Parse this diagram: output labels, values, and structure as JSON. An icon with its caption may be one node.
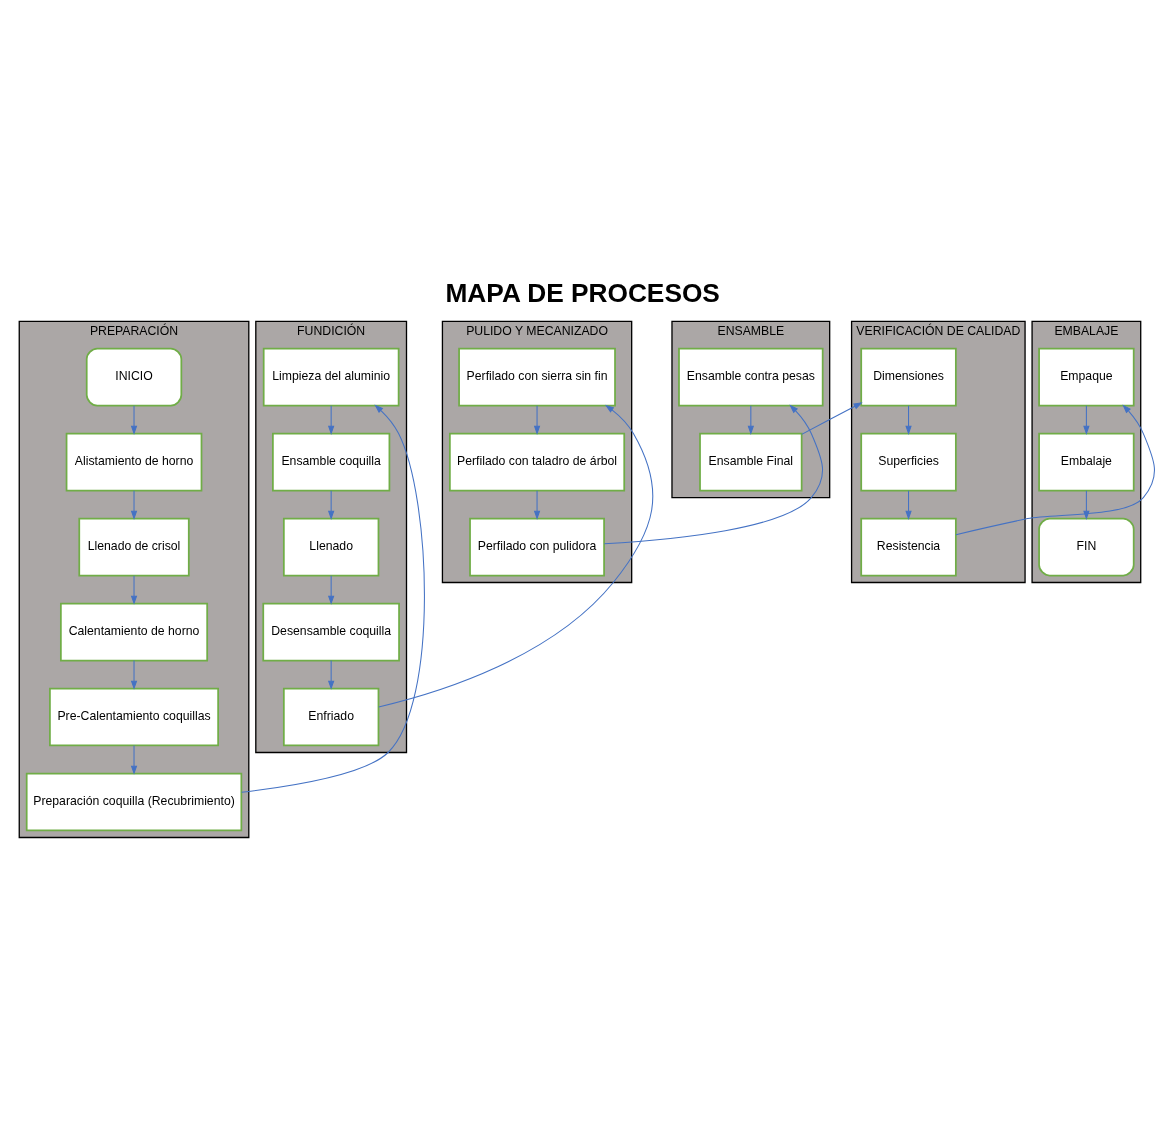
{
  "diagram": {
    "title": "MAPA DE PROCESOS",
    "nodes": [
      {
        "text": [
          "PREPARACIÓN"
        ]
      },
      {
        "text": [
          "INICIO"
        ],
        "in": 0
      },
      {
        "text": [
          "Alistamiento de horno"
        ],
        "in": 0
      },
      {
        "text": [
          "Llenado de crisol"
        ],
        "in": 0
      },
      {
        "text": [
          "Calentamiento de horno"
        ],
        "in": 0
      },
      {
        "text": [
          "Pre-Calentamiento coquillas"
        ],
        "in": 0
      },
      {
        "text": [
          "Preparación coquilla (Recubrimiento)"
        ],
        "in": 0
      },
      {
        "text": [
          "FUNDICIÓN"
        ]
      },
      {
        "text": [
          "Limpieza del aluminio"
        ],
        "in": 7
      },
      {
        "text": [
          "Ensamble coquilla"
        ],
        "in": 7
      },
      {
        "text": [
          "Llenado"
        ],
        "in": 7
      },
      {
        "text": [
          "Desensamble coquilla"
        ],
        "in": 7
      },
      {
        "text": [
          "Enfriado"
        ],
        "in": 7
      },
      {
        "text": [
          "PULIDO Y MECANIZADO"
        ]
      },
      {
        "text": [
          "Perfilado con sierra sin fin"
        ],
        "in": 13
      },
      {
        "text": [
          "Perfilado con taladro de árbol"
        ],
        "in": 13
      },
      {
        "text": [
          "Perfilado con pulidora"
        ],
        "in": 13
      },
      {
        "text": [
          "ENSAMBLE"
        ]
      },
      {
        "text": [
          "Ensamble contra pesas"
        ],
        "in": 17
      },
      {
        "text": [
          "Ensamble Final"
        ],
        "in": 17
      },
      {
        "text": [
          "VERIFICACIÓN DE CALIDAD"
        ]
      },
      {
        "text": [
          "Dimensiones"
        ],
        "in": 20
      },
      {
        "text": [
          "Superficies"
        ],
        "in": 20
      },
      {
        "text": [
          "Resistencia"
        ],
        "in": 20
      },
      {
        "text": [
          "EMBALAJE"
        ]
      },
      {
        "text": [
          "Empaque"
        ],
        "in": 24
      },
      {
        "text": [
          "Embalaje"
        ],
        "in": 24
      },
      {
        "text": [
          "FIN"
        ],
        "in": 24
      }
    ],
    "edges": [
      {
        "from": 1,
        "to": 2,
        "arrow": "to"
      },
      {
        "from": 2,
        "to": 3,
        "arrow": "to"
      },
      {
        "from": 3,
        "to": 4,
        "arrow": "to"
      },
      {
        "from": 4,
        "to": 5,
        "arrow": "to"
      },
      {
        "from": 5,
        "to": 6,
        "arrow": "to"
      },
      {
        "from": 6,
        "to": 8,
        "arrow": "to"
      },
      {
        "from": 8,
        "to": 9,
        "arrow": "to"
      },
      {
        "from": 9,
        "to": 10,
        "arrow": "to"
      },
      {
        "from": 10,
        "to": 11,
        "arrow": "to"
      },
      {
        "from": 11,
        "to": 12,
        "arrow": "to"
      },
      {
        "from": 12,
        "to": 14,
        "arrow": "to"
      },
      {
        "from": 14,
        "to": 15,
        "arrow": "to"
      },
      {
        "from": 15,
        "to": 16,
        "arrow": "to"
      },
      {
        "from": 16,
        "to": 18,
        "arrow": "to"
      },
      {
        "from": 18,
        "to": 19,
        "arrow": "to"
      },
      {
        "from": 19,
        "to": 21,
        "arrow": "to"
      },
      {
        "from": 21,
        "to": 22,
        "arrow": "to"
      },
      {
        "from": 22,
        "to": 23,
        "arrow": "to"
      },
      {
        "from": 23,
        "to": 25,
        "arrow": "to"
      },
      {
        "from": 25,
        "to": 26,
        "arrow": "to"
      },
      {
        "from": 26,
        "to": 27,
        "arrow": "to"
      }
    ]
  }
}
